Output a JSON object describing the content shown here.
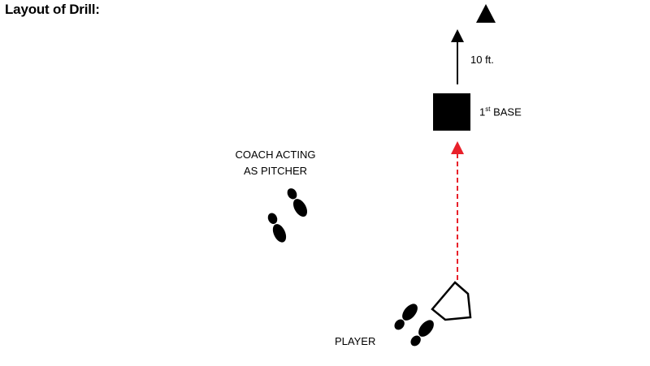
{
  "title": "Layout of Drill:",
  "labels": {
    "coach_line1": "COACH ACTING",
    "coach_line2": "AS PITCHER",
    "distance": "10 ft.",
    "first_base_num": "1",
    "first_base_sup": "st",
    "first_base_word": " BASE",
    "player": "PLAYER"
  },
  "colors": {
    "ink": "#000000",
    "run_path": "#e8202a"
  }
}
